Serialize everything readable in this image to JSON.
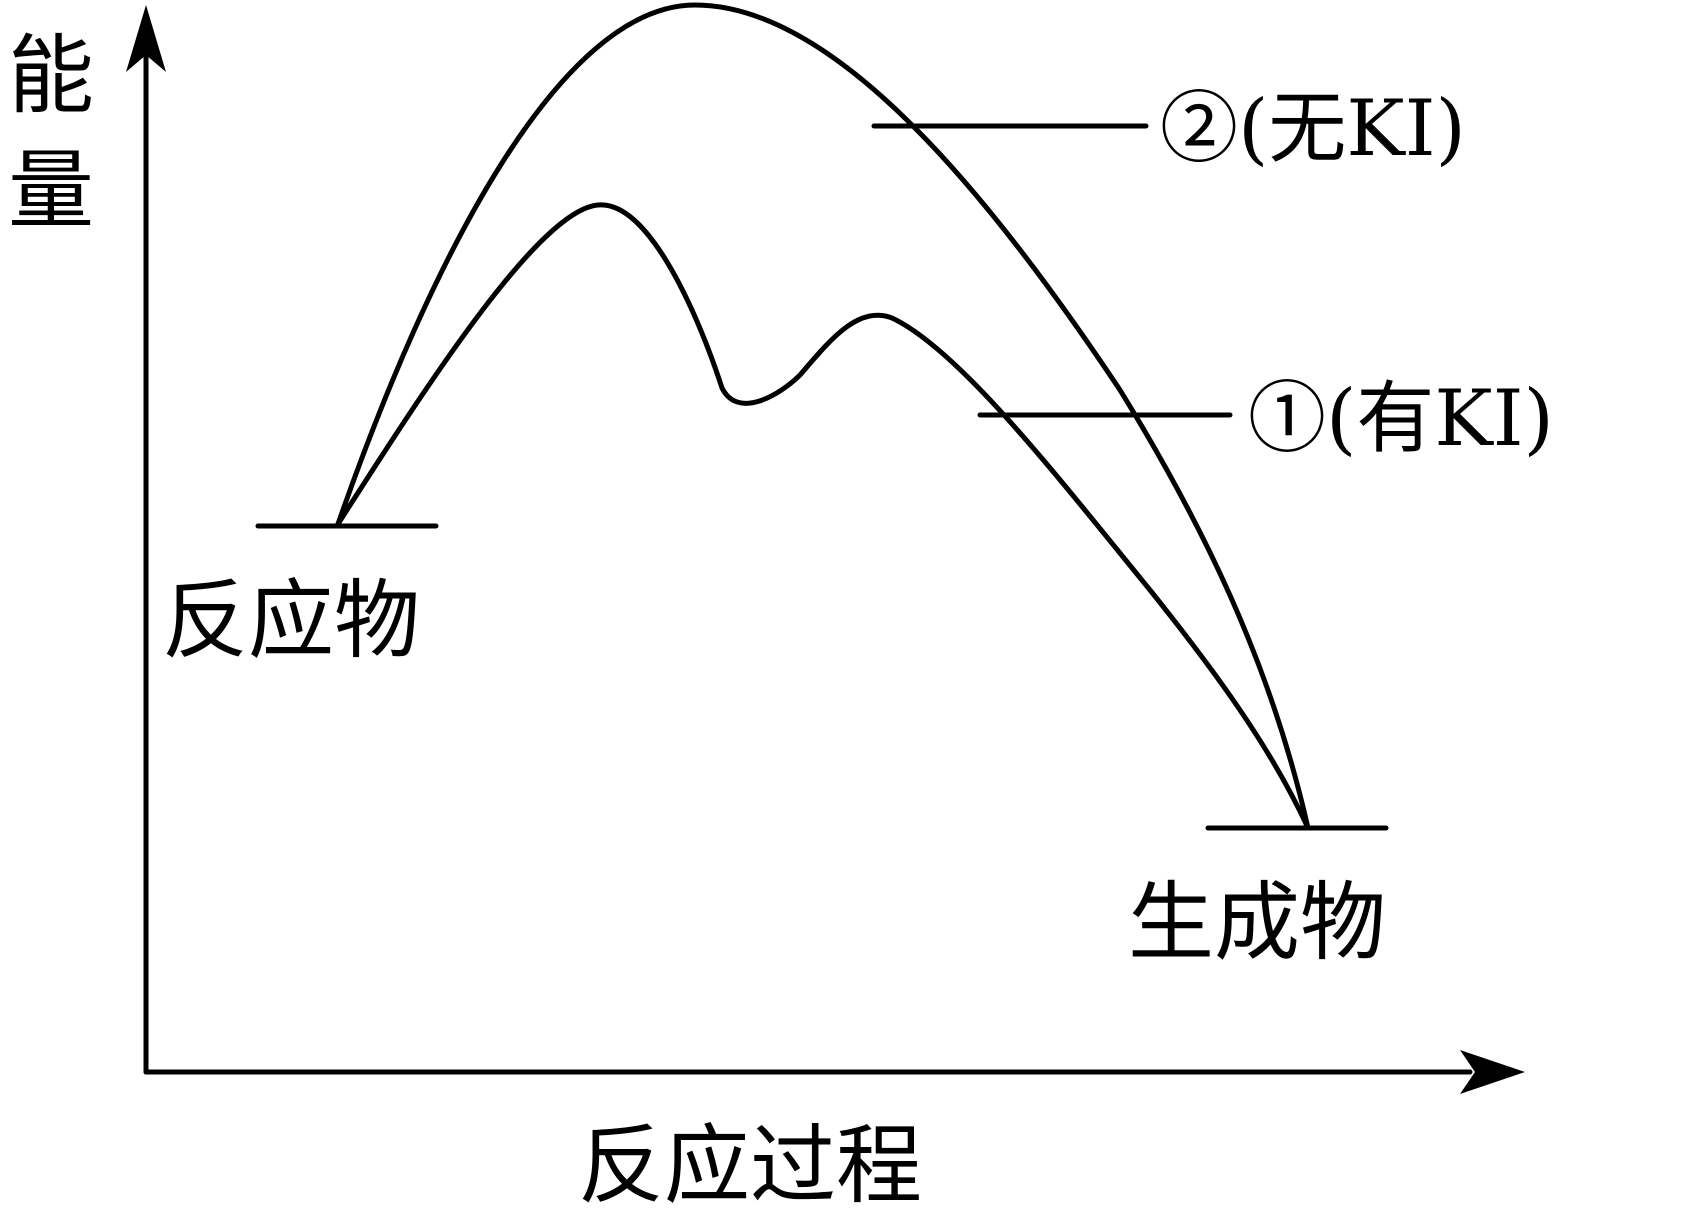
{
  "axes": {
    "y_label": [
      "能",
      "量"
    ],
    "x_label": "反应过程"
  },
  "levels": {
    "reactant_label": "反应物",
    "product_label": "生成物"
  },
  "curves": [
    {
      "id": "curve-2",
      "label": "②(无KI)"
    },
    {
      "id": "curve-1",
      "label": "①(有KI)"
    }
  ],
  "colors": {
    "ink": "#000000",
    "background": "#ffffff"
  }
}
